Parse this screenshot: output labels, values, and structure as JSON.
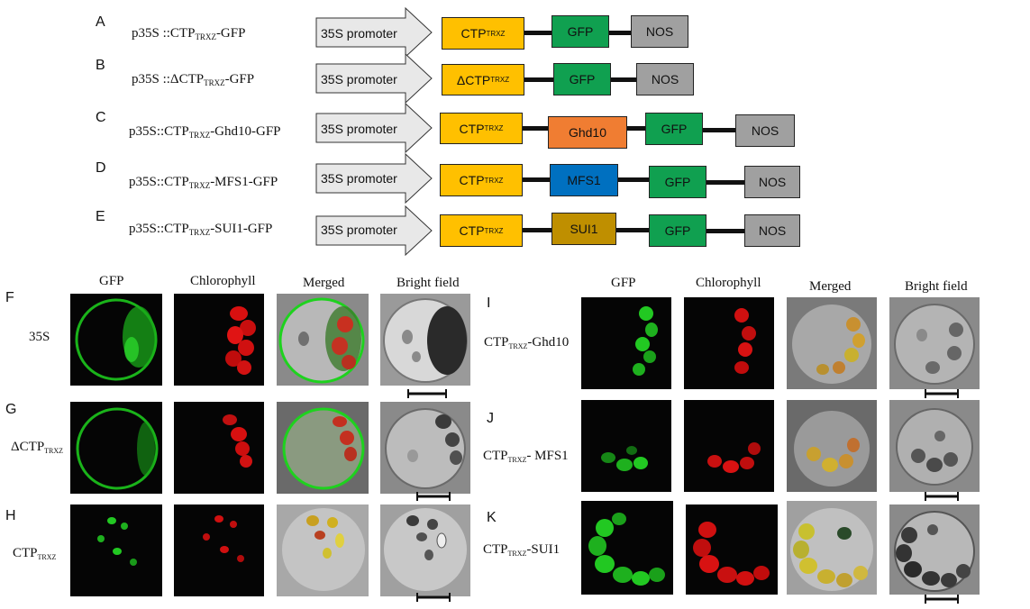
{
  "constructs": [
    {
      "letter": "A",
      "name_pre": "p35S ::CTP",
      "name_sub": "TRXZ",
      "name_post": "-GFP",
      "promoter": "35S promoter",
      "segments": [
        {
          "pre": "CTP",
          "sub": "TRXZ",
          "color": "#FFC000"
        },
        {
          "pre": "GFP",
          "sub": "",
          "color": "#10A050"
        },
        {
          "pre": "NOS",
          "sub": "",
          "color": "#A0A0A0"
        }
      ]
    },
    {
      "letter": "B",
      "name_pre": "p35S ::ΔCTP",
      "name_sub": "TRXZ",
      "name_post": "-GFP",
      "promoter": "35S promoter",
      "segments": [
        {
          "pre": "ΔCTP",
          "sub": "TRXZ",
          "color": "#FFC000"
        },
        {
          "pre": "GFP",
          "sub": "",
          "color": "#10A050"
        },
        {
          "pre": "NOS",
          "sub": "",
          "color": "#A0A0A0"
        }
      ]
    },
    {
      "letter": "C",
      "name_pre": "p35S::CTP",
      "name_sub": "TRXZ",
      "name_post": "-Ghd10-GFP",
      "promoter": "35S promoter",
      "segments": [
        {
          "pre": "CTP",
          "sub": "TRXZ",
          "color": "#FFC000"
        },
        {
          "pre": "Ghd10",
          "sub": "",
          "color": "#F07D32"
        },
        {
          "pre": "GFP",
          "sub": "",
          "color": "#10A050"
        },
        {
          "pre": "NOS",
          "sub": "",
          "color": "#A0A0A0"
        }
      ]
    },
    {
      "letter": "D",
      "name_pre": "p35S::CTP",
      "name_sub": "TRXZ",
      "name_post": "-MFS1-GFP",
      "promoter": "35S promoter",
      "segments": [
        {
          "pre": "CTP",
          "sub": "TRXZ",
          "color": "#FFC000"
        },
        {
          "pre": "MFS1",
          "sub": "",
          "color": "#0070C0"
        },
        {
          "pre": "GFP",
          "sub": "",
          "color": "#10A050"
        },
        {
          "pre": "NOS",
          "sub": "",
          "color": "#A0A0A0"
        }
      ]
    },
    {
      "letter": "E",
      "name_pre": "p35S::CTP",
      "name_sub": "TRXZ",
      "name_post": "-SUI1-GFP",
      "promoter": "35S promoter",
      "segments": [
        {
          "pre": "CTP",
          "sub": "TRXZ",
          "color": "#FFC000"
        },
        {
          "pre": "SUI1",
          "sub": "",
          "color": "#BF8F00"
        },
        {
          "pre": "GFP",
          "sub": "",
          "color": "#10A050"
        },
        {
          "pre": "NOS",
          "sub": "",
          "color": "#A0A0A0"
        }
      ]
    }
  ],
  "micro_headers": [
    "GFP",
    "Chlorophyll",
    "Merged",
    "Bright field"
  ],
  "left_rows": [
    {
      "letter": "F",
      "name_pre": "35S",
      "name_sub": "",
      "name_post": ""
    },
    {
      "letter": "G",
      "name_pre": "ΔCTP",
      "name_sub": "TRXZ",
      "name_post": ""
    },
    {
      "letter": "H",
      "name_pre": "CTP",
      "name_sub": "TRXZ",
      "name_post": ""
    }
  ],
  "right_rows": [
    {
      "letter": "I",
      "name_pre": "CTP",
      "name_sub": "TRXZ",
      "name_post": "-Ghd10"
    },
    {
      "letter": "J",
      "name_pre": "CTP",
      "name_sub": "TRXZ",
      "name_post": "- MFS1"
    },
    {
      "letter": "K",
      "name_pre": "CTP",
      "name_sub": "TRXZ",
      "name_post": "-SUI1"
    }
  ],
  "colors": {
    "gfp": "#1ed21e",
    "chlorophyll": "#e01010",
    "merged_yellow": "#d8c020",
    "background_dark": "#050505",
    "bright_gray": "#a8a8a8"
  }
}
